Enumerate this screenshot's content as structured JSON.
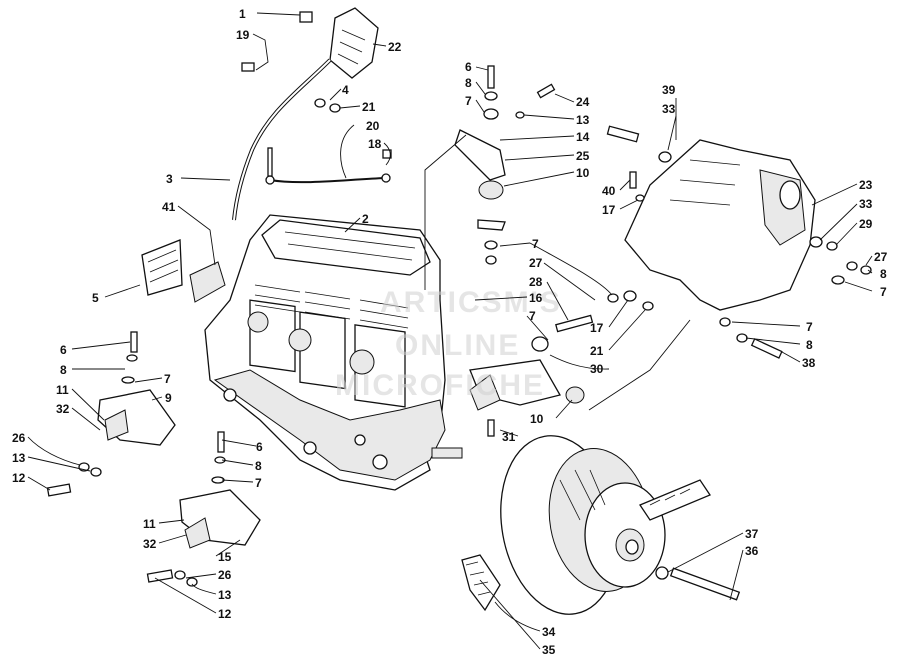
{
  "watermark": {
    "line1": "ARTICSM'S",
    "line2": "ONLINE",
    "line3": "MICROFICHE"
  },
  "callouts": [
    {
      "id": "c1",
      "text": "1"
    },
    {
      "id": "c19",
      "text": "19"
    },
    {
      "id": "c22",
      "text": "22"
    },
    {
      "id": "c4",
      "text": "4"
    },
    {
      "id": "c21a",
      "text": "21"
    },
    {
      "id": "c20",
      "text": "20"
    },
    {
      "id": "c18",
      "text": "18"
    },
    {
      "id": "c3",
      "text": "3"
    },
    {
      "id": "c41",
      "text": "41"
    },
    {
      "id": "c2",
      "text": "2"
    },
    {
      "id": "c5",
      "text": "5"
    },
    {
      "id": "c6a",
      "text": "6"
    },
    {
      "id": "c8a",
      "text": "8"
    },
    {
      "id": "c7a",
      "text": "7"
    },
    {
      "id": "c24",
      "text": "24"
    },
    {
      "id": "c13a",
      "text": "13"
    },
    {
      "id": "c14",
      "text": "14"
    },
    {
      "id": "c25",
      "text": "25"
    },
    {
      "id": "c10a",
      "text": "10"
    },
    {
      "id": "c7b",
      "text": "7"
    },
    {
      "id": "c27a",
      "text": "27"
    },
    {
      "id": "c28",
      "text": "28"
    },
    {
      "id": "c16",
      "text": "16"
    },
    {
      "id": "c7c",
      "text": "7"
    },
    {
      "id": "c17a",
      "text": "17"
    },
    {
      "id": "c21b",
      "text": "21"
    },
    {
      "id": "c30",
      "text": "30"
    },
    {
      "id": "c10b",
      "text": "10"
    },
    {
      "id": "c31",
      "text": "31"
    },
    {
      "id": "c39",
      "text": "39"
    },
    {
      "id": "c33a",
      "text": "33"
    },
    {
      "id": "c40",
      "text": "40"
    },
    {
      "id": "c17b",
      "text": "17"
    },
    {
      "id": "c23",
      "text": "23"
    },
    {
      "id": "c33b",
      "text": "33"
    },
    {
      "id": "c29",
      "text": "29"
    },
    {
      "id": "c27b",
      "text": "27"
    },
    {
      "id": "c8b",
      "text": "8"
    },
    {
      "id": "c7d",
      "text": "7"
    },
    {
      "id": "c7e",
      "text": "7"
    },
    {
      "id": "c8c",
      "text": "8"
    },
    {
      "id": "c38",
      "text": "38"
    },
    {
      "id": "c6b",
      "text": "6"
    },
    {
      "id": "c8d",
      "text": "8"
    },
    {
      "id": "c7f",
      "text": "7"
    },
    {
      "id": "c11a",
      "text": "11"
    },
    {
      "id": "c9",
      "text": "9"
    },
    {
      "id": "c32a",
      "text": "32"
    },
    {
      "id": "c26a",
      "text": "26"
    },
    {
      "id": "c13b",
      "text": "13"
    },
    {
      "id": "c12a",
      "text": "12"
    },
    {
      "id": "c6c",
      "text": "6"
    },
    {
      "id": "c8e",
      "text": "8"
    },
    {
      "id": "c7g",
      "text": "7"
    },
    {
      "id": "c11b",
      "text": "11"
    },
    {
      "id": "c32b",
      "text": "32"
    },
    {
      "id": "c15",
      "text": "15"
    },
    {
      "id": "c26b",
      "text": "26"
    },
    {
      "id": "c13c",
      "text": "13"
    },
    {
      "id": "c12b",
      "text": "12"
    },
    {
      "id": "c37",
      "text": "37"
    },
    {
      "id": "c36",
      "text": "36"
    },
    {
      "id": "c34",
      "text": "34"
    },
    {
      "id": "c35",
      "text": "35"
    }
  ]
}
